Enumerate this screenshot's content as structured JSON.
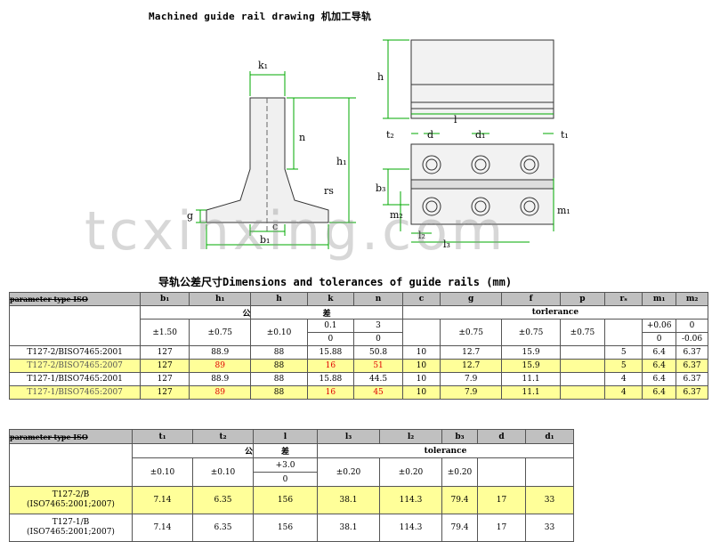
{
  "header": {
    "title": "Machined guide rail drawing 机加工导轨"
  },
  "drawing": {
    "labels": {
      "k1": "k₁",
      "n": "n",
      "h1": "h₁",
      "rs": "rs",
      "g": "g",
      "c": "c",
      "b1": "b₁",
      "h": "h",
      "l": "l",
      "t2": "t₂",
      "d": "d",
      "d1": "d₁",
      "t1": "t₁",
      "b3": "b₃",
      "l2": "l₂",
      "l3": "l₃",
      "m2": "m₂",
      "m1": "m₁"
    },
    "watermark": "tcxinxing.com"
  },
  "table1": {
    "title": "导轨公差尺寸Dimensions and tolerances of guide rails (mm)",
    "headers": [
      "parameter type ISO",
      "b₁",
      "h₁",
      "h",
      "k",
      "n",
      "c",
      "g",
      "f",
      "p",
      "rₛ",
      "m₁",
      "m₂"
    ],
    "tol_left": "公",
    "tol_mid": "差",
    "tol_right": "torlerance",
    "tol_row1": [
      "±1.50",
      "±0.75",
      "±0.10",
      "0.1",
      "3",
      "",
      "±0.75",
      "±0.75",
      "±0.75",
      "",
      "+0.06",
      "0"
    ],
    "tol_row2": [
      "0",
      "0",
      "0",
      "-0.06"
    ],
    "rows": [
      {
        "type": "T127-2/BISO7465:2001",
        "values": [
          "127",
          "88.9",
          "88",
          "15.88",
          "50.8",
          "10",
          "12.7",
          "15.9",
          "",
          "5",
          "6.4",
          "6.37"
        ],
        "style": "white"
      },
      {
        "type": "T127-2/BISO7465:2007",
        "values": [
          "127",
          "89",
          "88",
          "16",
          "51",
          "10",
          "12.7",
          "15.9",
          "",
          "5",
          "6.4",
          "6.37"
        ],
        "style": "yellow"
      },
      {
        "type": "T127-1/BISO7465:2001",
        "values": [
          "127",
          "88.9",
          "88",
          "15.88",
          "44.5",
          "10",
          "7.9",
          "11.1",
          "",
          "4",
          "6.4",
          "6.37"
        ],
        "style": "white"
      },
      {
        "type": "T127-1/BISO7465:2007",
        "values": [
          "127",
          "89",
          "88",
          "16",
          "45",
          "10",
          "7.9",
          "11.1",
          "",
          "4",
          "6.4",
          "6.37"
        ],
        "style": "yellow"
      }
    ]
  },
  "table2": {
    "headers": [
      "parameter type ISO",
      "t₁",
      "t₂",
      "l",
      "l₃",
      "l₂",
      "b₃",
      "d",
      "d₁"
    ],
    "tol_left": "公",
    "tol_mid": "差",
    "tol_right": "tolerance",
    "tol_row1": [
      "±0.10",
      "±0.10",
      "+3.0",
      "±0.20",
      "±0.20",
      "±0.20"
    ],
    "tol_row2": "0",
    "rows": [
      {
        "type1": "T127-2/B",
        "type2": "(ISO7465:2001;2007)",
        "values": [
          "7.14",
          "6.35",
          "156",
          "38.1",
          "114.3",
          "79.4",
          "17",
          "33"
        ],
        "style": "yellow"
      },
      {
        "type1": "T127-1/B",
        "type2": "(ISO7465:2001;2007)",
        "values": [
          "7.14",
          "6.35",
          "156",
          "38.1",
          "114.3",
          "79.4",
          "17",
          "33"
        ],
        "style": "white"
      }
    ]
  }
}
